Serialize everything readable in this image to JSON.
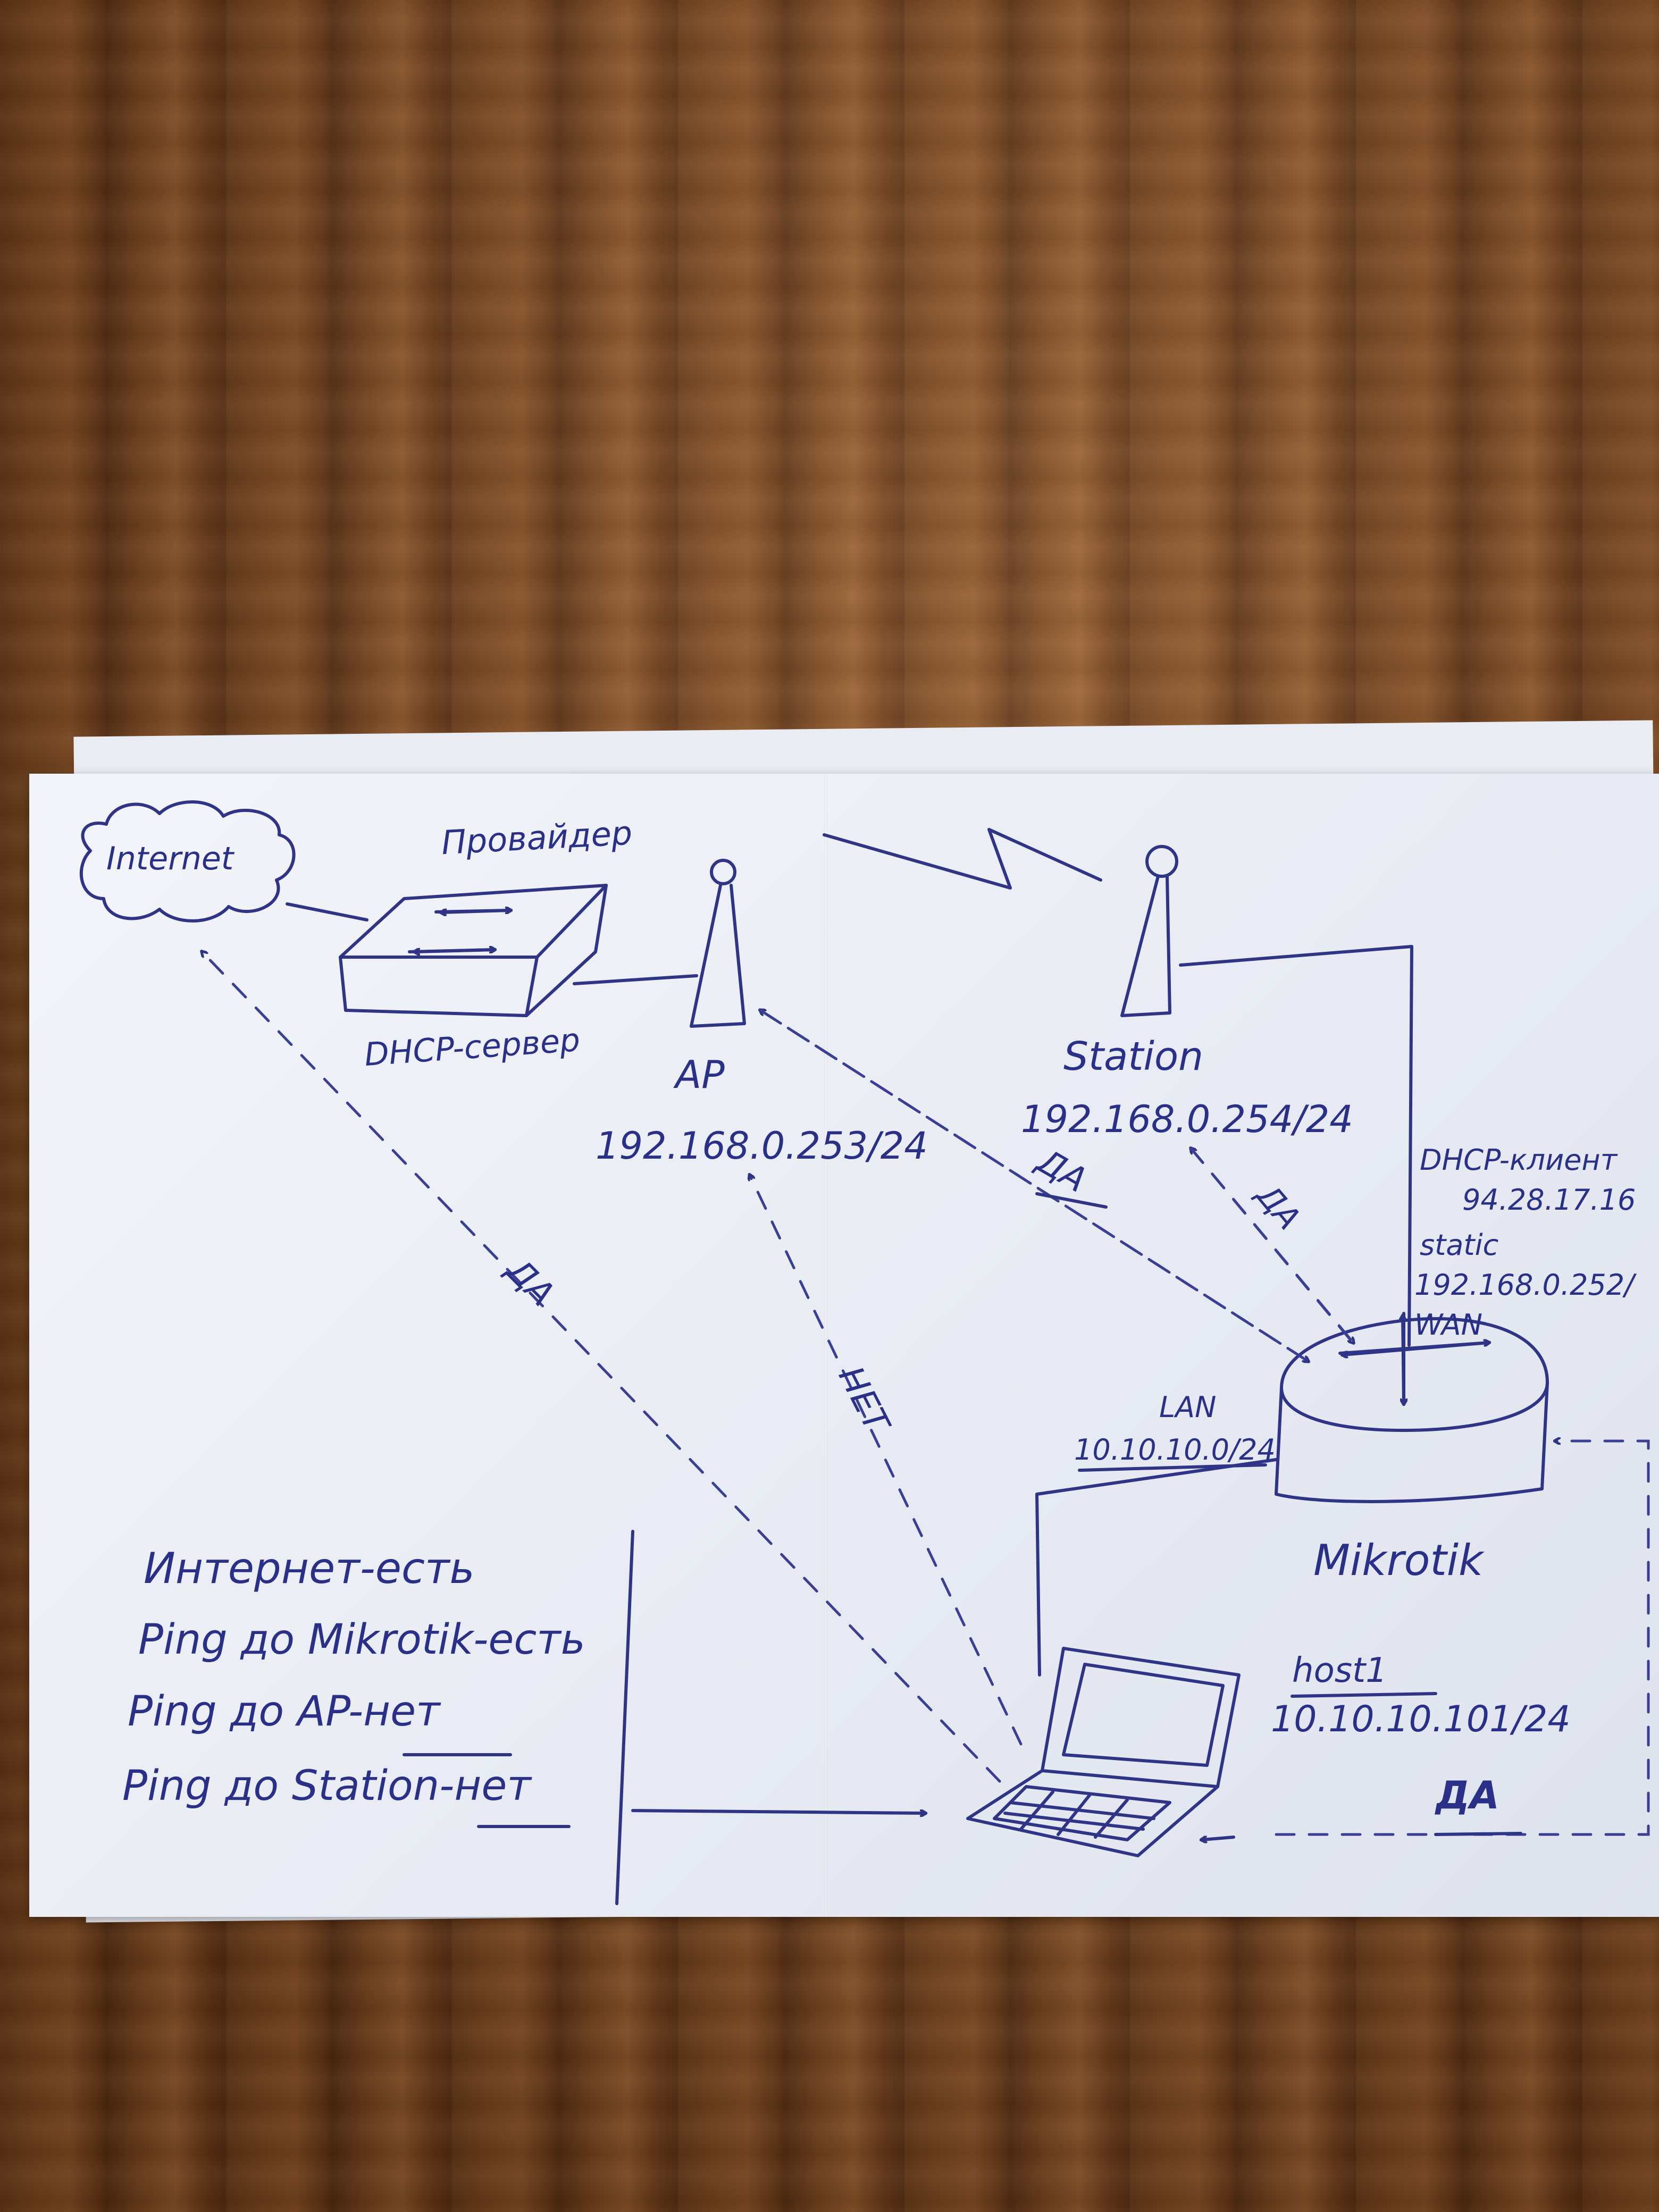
{
  "nodes": {
    "internet": "Internet",
    "provider": "Провайдер",
    "dhcp_server": "DHCP-сервер",
    "ap": {
      "name": "AP",
      "ip": "192.168.0.253/24"
    },
    "station": {
      "name": "Station",
      "ip": "192.168.0.254/24"
    },
    "mikrotik": {
      "name": "Mikrotik",
      "dhcp_client_label": "DHCP-клиент",
      "dhcp_client_ip": "94.28.17.16",
      "static_label": "static",
      "static_ip": "192.168.0.252/",
      "wan_label": "WAN",
      "lan_label": "LAN",
      "lan_net": "10.10.10.0/24"
    },
    "host": {
      "name": "host1",
      "ip": "10.10.10.101/24"
    }
  },
  "edge_labels": {
    "host_to_internet": "ДА",
    "host_to_ap": "НЕТ",
    "mikrotik_to_ap": "ДА",
    "mikrotik_to_station": "ДА",
    "mikrotik_to_host": "ДА"
  },
  "notes": [
    "Интернет-есть",
    "Ping до Mikrotik-есть",
    "Ping до AP-нет",
    "Ping до Station-нет"
  ],
  "ink_color": "#2f3487"
}
